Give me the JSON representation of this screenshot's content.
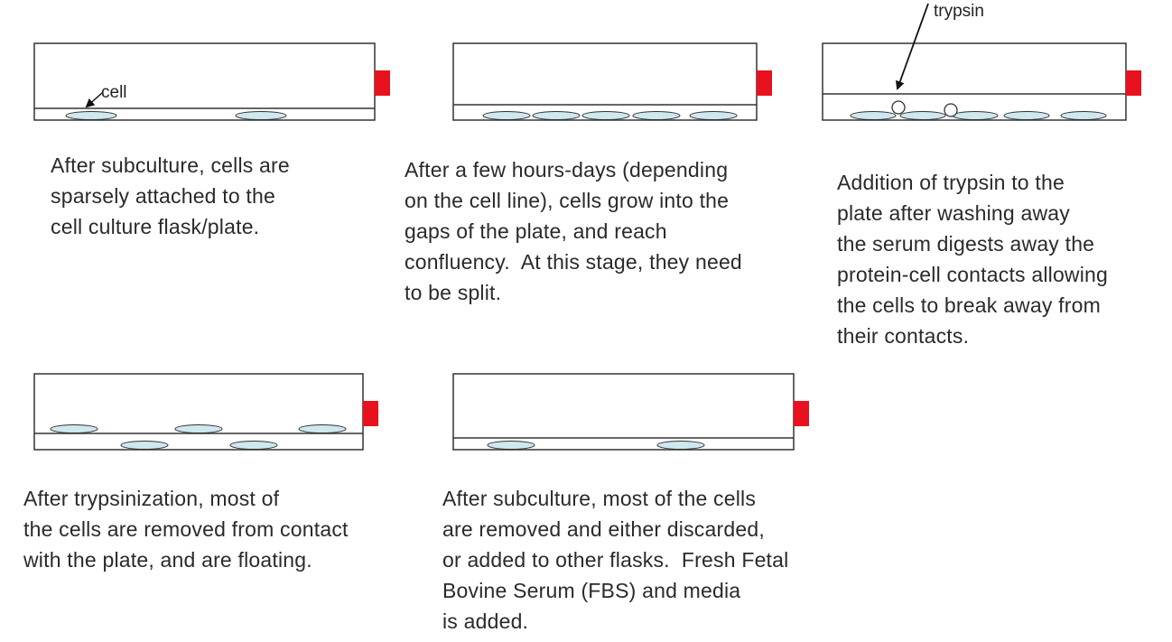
{
  "labels": {
    "cell": "cell",
    "trypsin": "trypsin"
  },
  "captions": {
    "panel1": "After subculture, cells are\nsparsely attached to the\ncell culture flask/plate.",
    "panel2": "After a few hours-days (depending\non the cell line), cells grow into the\ngaps of the plate, and reach\nconfluency.  At this stage, they need\nto be split.",
    "panel3": "Addition of trypsin to the\nplate after washing away\nthe serum digests away the\nprotein-cell contacts allowing\nthe cells to break away from\ntheir contacts.",
    "panel4": "After trypsinization, most of\nthe cells are removed from contact\nwith the plate, and are floating.",
    "panel5": "After subculture, most of the cells\nare removed and either discarded,\nor added to other flasks.  Fresh Fetal\nBovine Serum (FBS) and media\nis added."
  },
  "colors": {
    "cell_fill": "#cfe8f0",
    "cap_fill": "#e8111d",
    "outline": "#333333"
  }
}
